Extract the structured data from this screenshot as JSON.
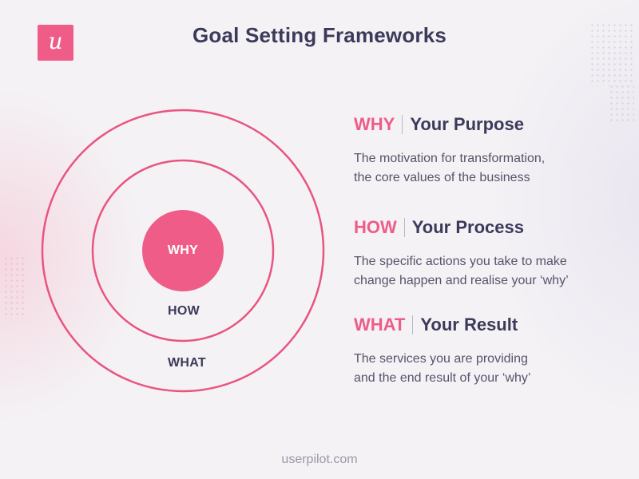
{
  "header": {
    "logo_glyph": "u",
    "logo_name": "userpilot-logo",
    "title": "Goal Setting Frameworks"
  },
  "colors": {
    "accent_pink": "#ee5c87",
    "heading_navy": "#3c3a5a",
    "body_gray": "#55546a",
    "background": "#f4f2f5"
  },
  "diagram": {
    "type": "golden-circle",
    "rings": [
      {
        "label": "WHY",
        "style": "filled",
        "radius": 51
      },
      {
        "label": "HOW",
        "style": "outline",
        "radius": 113
      },
      {
        "label": "WHAT",
        "style": "outline",
        "radius": 176
      }
    ]
  },
  "sections": [
    {
      "keyword": "WHY",
      "subtitle": "Your Purpose",
      "description_lines": [
        "The motivation for transformation,",
        "the core values of the business"
      ]
    },
    {
      "keyword": "HOW",
      "subtitle": "Your Process",
      "description_lines": [
        "The specific actions you take to make",
        "change happen and realise your ‘why’"
      ]
    },
    {
      "keyword": "WHAT",
      "subtitle": "Your Result",
      "description_lines": [
        "The services you are providing",
        "and the end result of your ‘why’"
      ]
    }
  ],
  "footer": {
    "text": "userpilot.com"
  }
}
